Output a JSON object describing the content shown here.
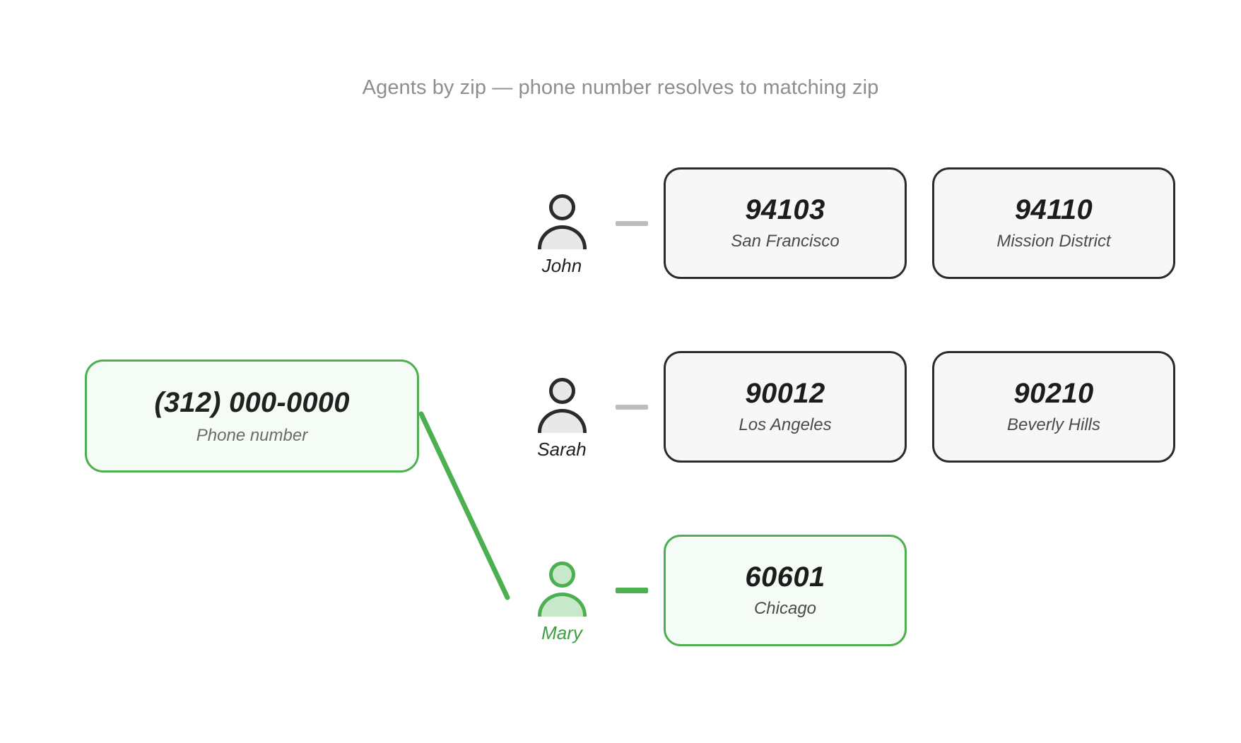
{
  "title": "Agents by zip — phone number resolves to matching zip",
  "colors": {
    "accent_green": "#4caf50",
    "accent_green_fill": "#f4fcf5",
    "card_border": "#2b2b2b",
    "card_fill": "#f7f7f7",
    "dash_gray": "#bdbdbd",
    "title_gray": "#8e8e8e"
  },
  "source": {
    "value": "(312) 000-0000",
    "label": "Phone number",
    "highlighted": true
  },
  "agents": [
    {
      "name": "John",
      "avatar_icon": "person-avatar-icon",
      "highlighted": false,
      "zips": [
        {
          "code": "94103",
          "city": "San Francisco",
          "highlighted": false
        },
        {
          "code": "94110",
          "city": "Mission District",
          "highlighted": false
        }
      ]
    },
    {
      "name": "Sarah",
      "avatar_icon": "person-avatar-icon",
      "highlighted": false,
      "zips": [
        {
          "code": "90012",
          "city": "Los Angeles",
          "highlighted": false
        },
        {
          "code": "90210",
          "city": "Beverly Hills",
          "highlighted": false
        }
      ]
    },
    {
      "name": "Mary",
      "avatar_icon": "person-avatar-icon",
      "highlighted": true,
      "zips": [
        {
          "code": "60601",
          "city": "Chicago",
          "highlighted": true
        }
      ]
    }
  ],
  "connector": {
    "from": "phone-card",
    "to": "agent-mary",
    "color": "#4caf50"
  }
}
